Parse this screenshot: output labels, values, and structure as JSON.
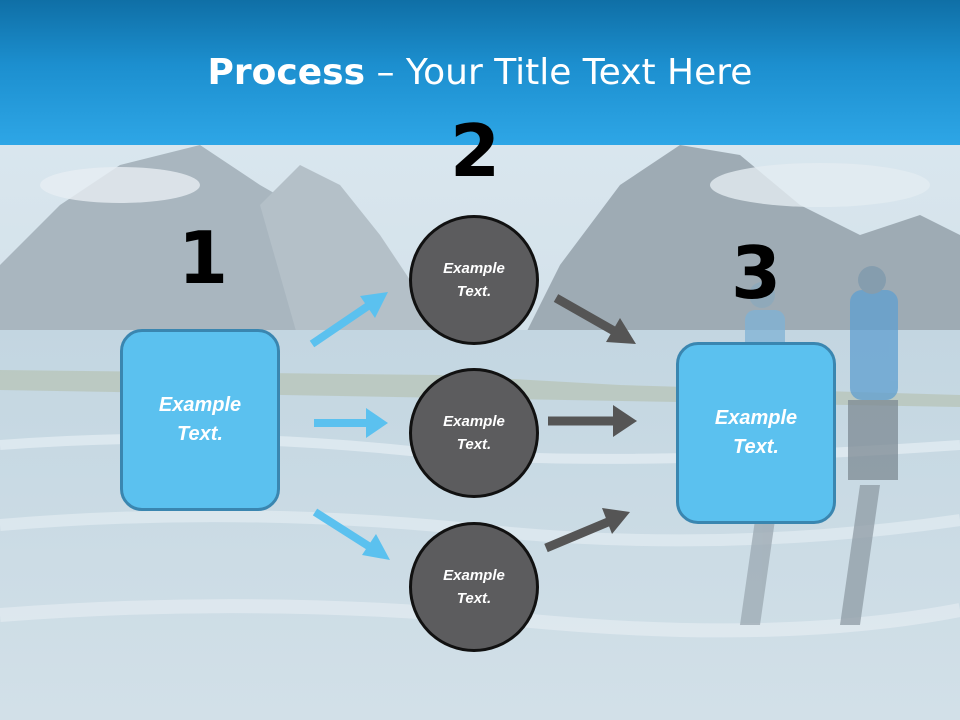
{
  "title": {
    "bold": "Process",
    "rest": " – Your Title Text Here"
  },
  "steps": {
    "step1_number": "1",
    "step2_number": "2",
    "step3_number": "3"
  },
  "nodes": {
    "left_box": "Example\nText.",
    "circle_top": "Example\nText.",
    "circle_middle": "Example\nText.",
    "circle_bottom": "Example\nText.",
    "right_box": "Example\nText."
  },
  "colors": {
    "header": "#1c8fcf",
    "box_fill": "#5bc1ef",
    "circle_fill": "#5c5c5e",
    "arrow_blue": "#5bc1ef",
    "arrow_gray": "#555555"
  }
}
